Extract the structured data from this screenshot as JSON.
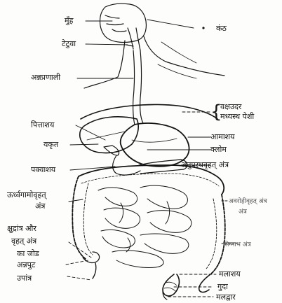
{
  "labels": {
    "mouth": "मुँह",
    "throat": "कंठ",
    "epiglottis": "टेटुवा",
    "esophagus": "अन्नप्रणाली",
    "diaphragm_line1": "वक्षउदर",
    "diaphragm_line2": "मध्यस्थ पेशी",
    "gallbladder": "पित्ताशय",
    "stomach": "आमाशय",
    "liver": "यकृत",
    "pancreas": "क्लोम",
    "duodenum": "पक्वाशय",
    "transverse_colon": "अनुप्रस्थवृहत् अंत्र",
    "ascending_colon_line1": "ऊर्ध्वगामोवृहत्",
    "ascending_colon_line2": "अंत्र",
    "descending_colon_line1": "अवरोहीवृहत् अंत्र",
    "descending_colon_line2": "अंत्र",
    "junction_line1": "क्षुद्रांत्र और",
    "junction_line2": "वृहत् अंत्र",
    "junction_line3": "का जोड",
    "caecum": "अन्नपुट",
    "sigmoid_colon": "सिग्माभ अंत्र",
    "rectum": "मलाशय",
    "appendix": "उपांत्र",
    "anal_canal": "गुदा",
    "anus": "मलद्वार"
  },
  "colors": {
    "ink": "#141414",
    "paper": "#fdfdfb"
  }
}
